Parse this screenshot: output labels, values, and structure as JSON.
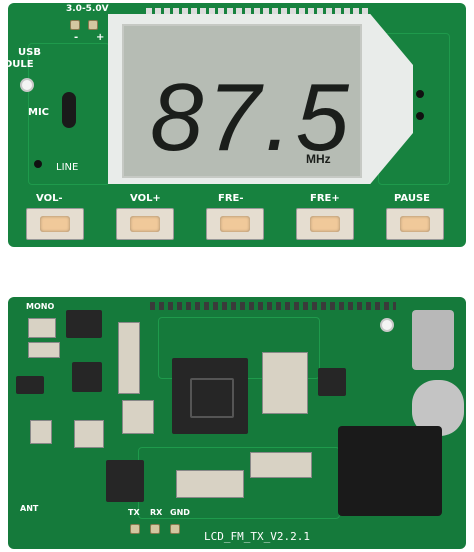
{
  "top_board": {
    "voltage_label": "3.0-5.0V",
    "polarity_minus": "-",
    "polarity_plus": "+",
    "usb_label": "USB",
    "module_label": "DULE",
    "mic_label": "MIC",
    "line_label": "LINE",
    "lcd": {
      "frequency": "87.5",
      "unit": "MHz"
    },
    "buttons": [
      {
        "label": "VOL-"
      },
      {
        "label": "VOL+"
      },
      {
        "label": "FRE-"
      },
      {
        "label": "FRE+"
      },
      {
        "label": "PAUSE"
      }
    ]
  },
  "bottom_board": {
    "mono_label": "MONO",
    "ant_label": "ANT",
    "tx_label": "TX",
    "rx_label": "RX",
    "gnd_label": "GND",
    "board_name": "LCD_FM_TX_V2.2.1"
  },
  "colors": {
    "pcb": "#17823f",
    "lcd_glass": "#b6bcb4",
    "button_cap": "#f0c99a"
  }
}
